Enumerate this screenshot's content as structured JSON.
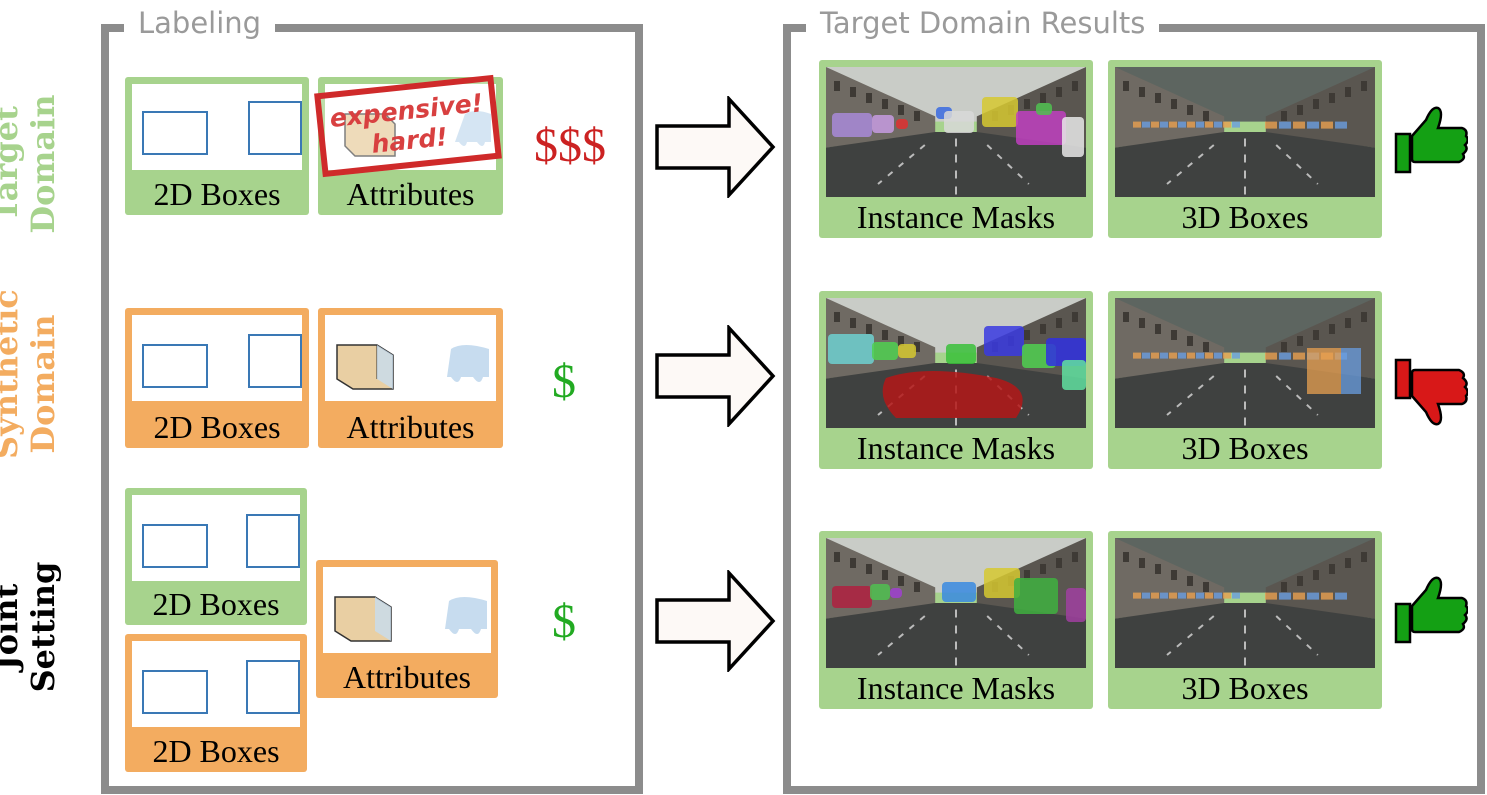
{
  "labeling": {
    "title": "Labeling",
    "rows": [
      {
        "label_line1": "Target",
        "label_line2": "Domain",
        "label_color": "#a7d38d",
        "price": "$$$",
        "price_color": "#cc2222",
        "boxes_caption": "2D Boxes",
        "attr_caption": "Attributes",
        "stamp_line1": "expensive!",
        "stamp_line2": "hard!"
      },
      {
        "label_line1": "Synthetic",
        "label_line2": "Domain",
        "label_color": "#f3ac60",
        "price": "$",
        "price_color": "#22aa22",
        "boxes_caption": "2D Boxes",
        "attr_caption": "Attributes"
      },
      {
        "label_line1": "Joint",
        "label_line2": "Setting",
        "label_color": "#000000",
        "price": "$",
        "price_color": "#22aa22",
        "boxes_caption_top": "2D Boxes",
        "boxes_caption_bottom": "2D Boxes",
        "attr_caption": "Attributes"
      }
    ]
  },
  "results": {
    "title": "Target Domain Results",
    "rows": [
      {
        "masks_caption": "Instance Masks",
        "boxes3d_caption": "3D Boxes",
        "verdict": "thumbs-up",
        "verdict_color": "#14a014"
      },
      {
        "masks_caption": "Instance Masks",
        "boxes3d_caption": "3D Boxes",
        "verdict": "thumbs-down",
        "verdict_color": "#d81818"
      },
      {
        "masks_caption": "Instance Masks",
        "boxes3d_caption": "3D Boxes",
        "verdict": "thumbs-up",
        "verdict_color": "#14a014"
      }
    ]
  },
  "colors": {
    "panel_border": "#8c8c8c",
    "target_green": "#a7d38d",
    "synthetic_orange": "#f3ac60",
    "box_blue": "#3a78b5"
  }
}
